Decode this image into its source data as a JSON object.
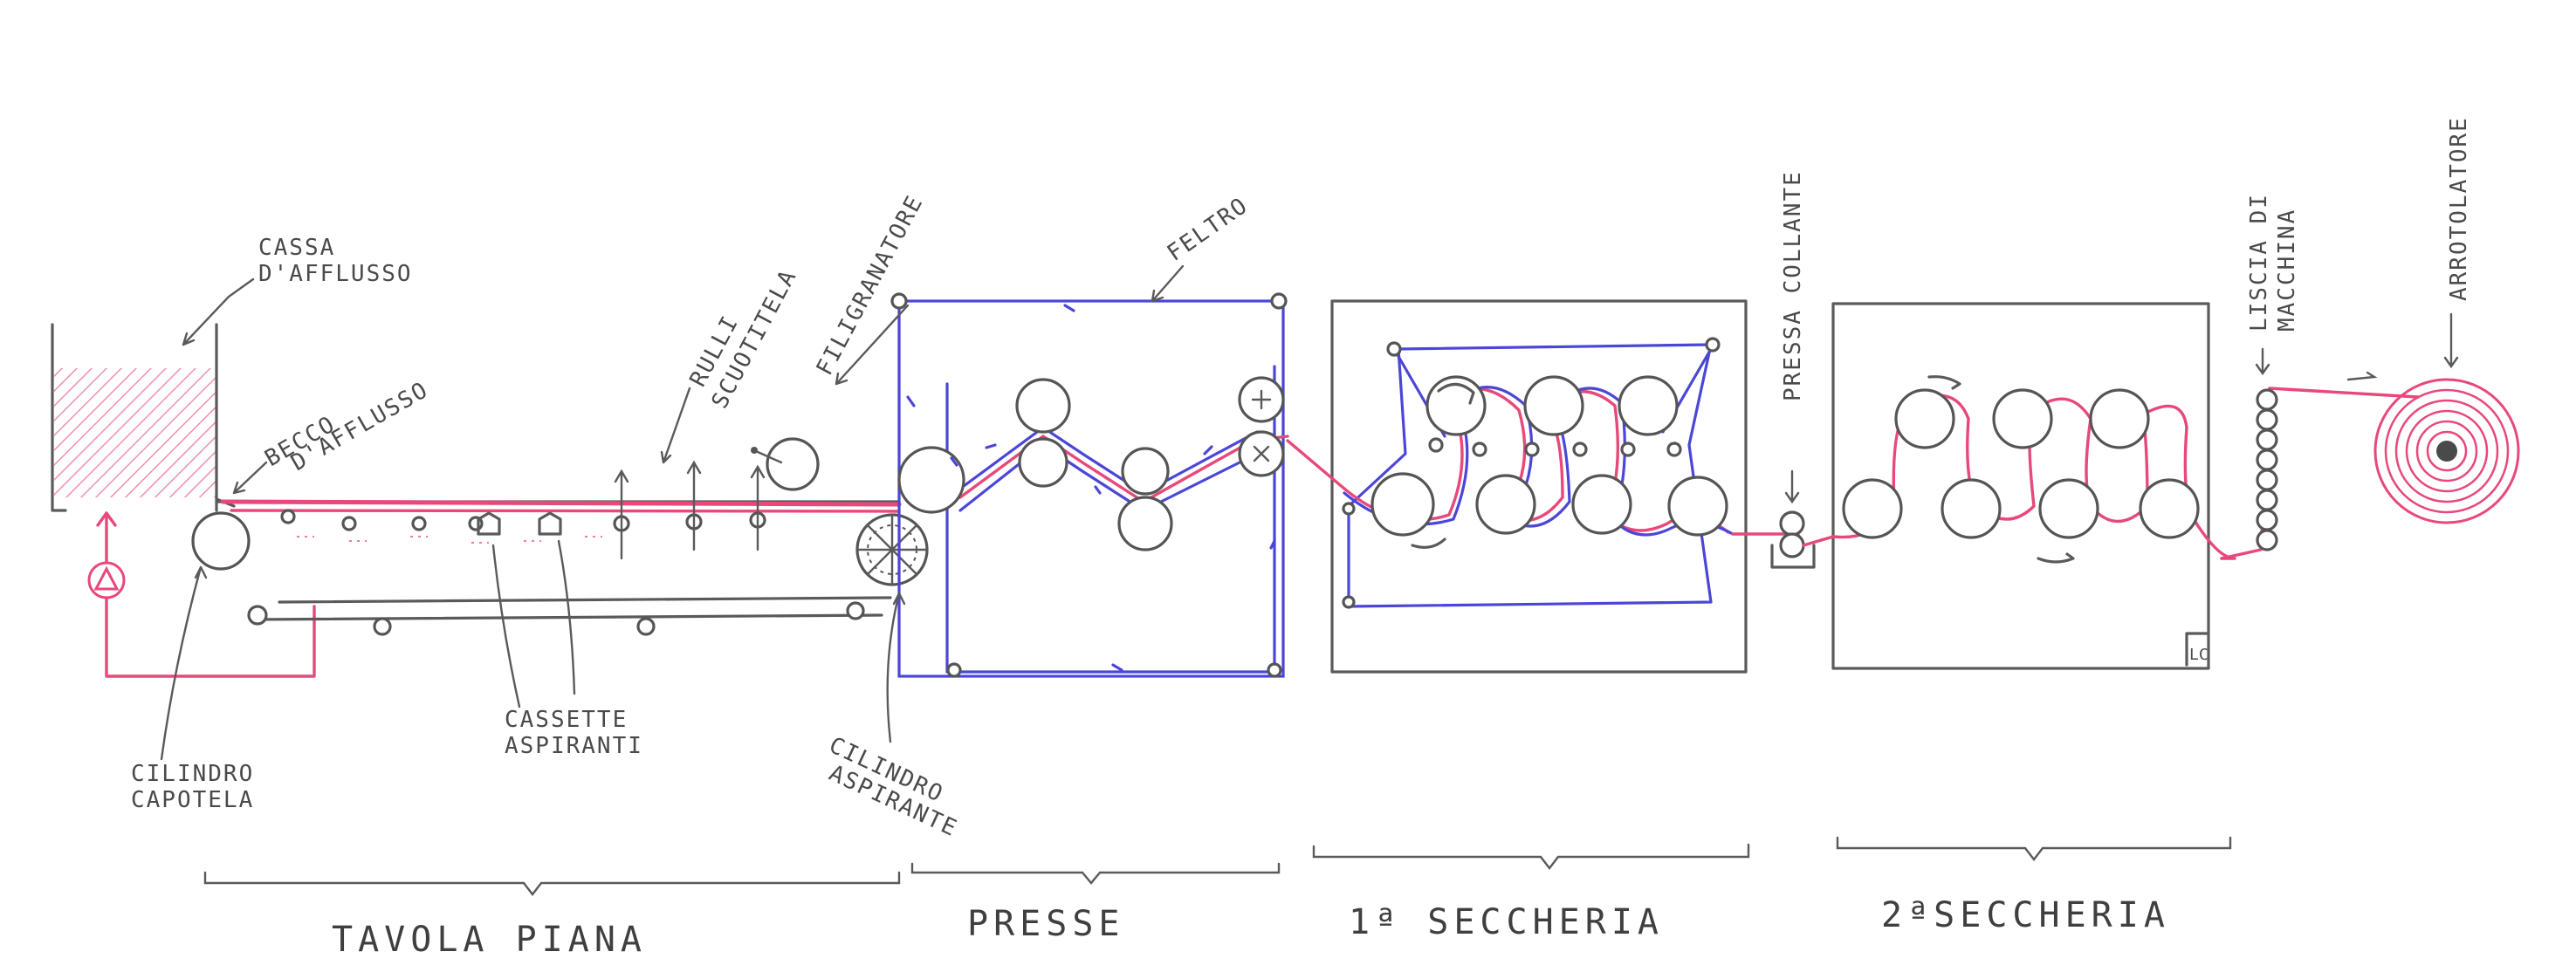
{
  "colors": {
    "pencil": "#555555",
    "paper_web": "#e8487a",
    "felt": "#4b46d8",
    "hatch": "#f07aa0"
  },
  "labels": {
    "cassa_line1": "CASSA",
    "cassa_line2": "D'AFFLUSSO",
    "becco_line1": "BECCO",
    "becco_line2": "D'AFFLUSSO",
    "rulli_line1": "RULLI",
    "rulli_line2": "SCUOTITELA",
    "filigranatore": "FILIGRANATORE",
    "feltro": "FELTRO",
    "pressa_collante": "PRESSA COLLANTE",
    "liscia_line1": "LISCIA DI",
    "liscia_line2": "MACCHINA",
    "arrotolatore": "ARROTOLATORE",
    "cilindro_capotela_line1": "CILINDRO",
    "cilindro_capotela_line2": "CAPOTELA",
    "cassette_line1": "CASSETTE",
    "cassette_line2": "ASPIRANTI",
    "cilindro_aspirante_line1": "CILINDRO",
    "cilindro_aspirante_line2": "ASPIRANTE",
    "signature": "LC"
  },
  "sections": {
    "tavola_piana": "TAVOLA PIANA",
    "presse": "PRESSE",
    "seccheria1": "1ª SECCHERIA",
    "seccheria2": "2ªSECCHERIA"
  }
}
